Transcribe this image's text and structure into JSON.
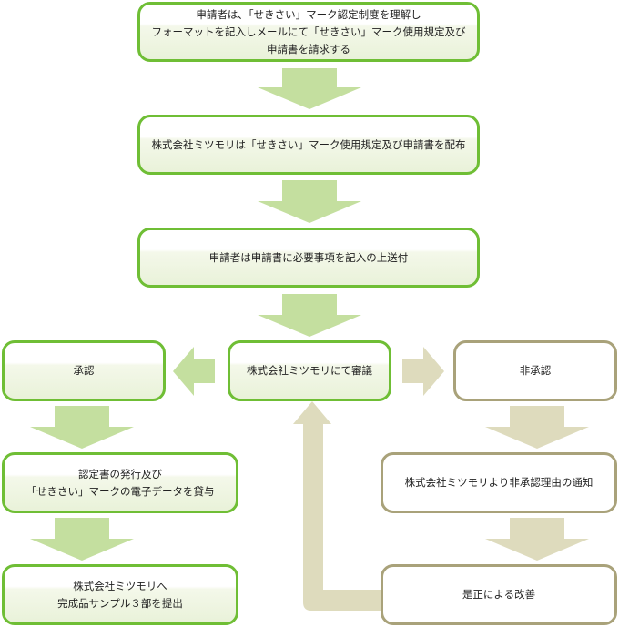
{
  "colors": {
    "green_border": "#6fbe35",
    "green_arrow": "#c4df9f",
    "tan_border": "#a9a27a",
    "tan_arrow": "#dedbbd"
  },
  "steps": {
    "request": "申請者は､「せきさい」マーク認定制度を理解し\nフォーマットを記入しメールにて「せきさい」マーク使用規定及び\n申請書を請求する",
    "distribute": "株式会社ミツモリは「せきさい」マーク使用規定及び申請書を配布",
    "submit": "申請者は申請書に必要事項を記入の上送付",
    "review": "株式会社ミツモリにて審議",
    "approved": "承認",
    "rejected": "非承認",
    "issue_certificate": "認定書の発行及び\n「せきさい」マークの電子データを貸与",
    "submit_samples": "株式会社ミツモリへ\n完成品サンプル３部を提出",
    "notify_reason": "株式会社ミツモリより非承認理由の通知",
    "improve": "是正による改善"
  },
  "arrows": [
    {
      "from": "request",
      "to": "distribute",
      "style": "green"
    },
    {
      "from": "distribute",
      "to": "submit",
      "style": "green"
    },
    {
      "from": "submit",
      "to": "review",
      "style": "green"
    },
    {
      "from": "review",
      "to": "approved",
      "style": "green"
    },
    {
      "from": "review",
      "to": "rejected",
      "style": "tan"
    },
    {
      "from": "approved",
      "to": "issue_certificate",
      "style": "green"
    },
    {
      "from": "issue_certificate",
      "to": "submit_samples",
      "style": "green"
    },
    {
      "from": "rejected",
      "to": "notify_reason",
      "style": "tan"
    },
    {
      "from": "notify_reason",
      "to": "improve",
      "style": "tan"
    },
    {
      "from": "improve",
      "to": "review",
      "style": "tan"
    }
  ]
}
